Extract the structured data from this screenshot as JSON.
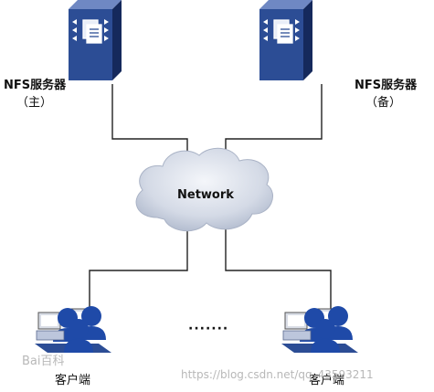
{
  "server_primary": {
    "name": "NFS服务器",
    "role": "（主）"
  },
  "server_backup": {
    "name": "NFS服务器",
    "role": "（备）"
  },
  "network": {
    "label": "Network"
  },
  "clients": {
    "left_label": "客户端",
    "right_label": "客户端",
    "ellipsis": "·······"
  },
  "watermarks": {
    "baidu": "Bai百科",
    "csdn": "https://blog.csdn.net/qq_43593211"
  },
  "colors": {
    "server_front": "#2c4d95",
    "server_top": "#6f88c3",
    "server_side": "#15295c",
    "cloud": "#cfd6e4",
    "line": "#222222",
    "person": "#1f4aa8"
  },
  "icons": [
    "server-icon",
    "cloud-icon",
    "client-workstation-icon"
  ]
}
